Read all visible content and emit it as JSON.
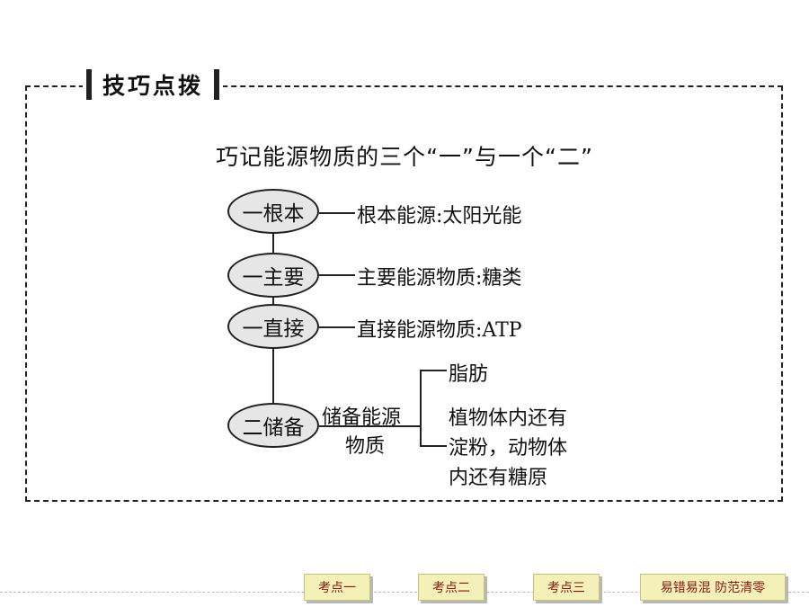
{
  "header": {
    "title": "技巧点拨"
  },
  "diagram": {
    "title": "巧记能源物质的三个“一”与一个“二”",
    "nodes": [
      {
        "label": "一根本",
        "desc": "根本能源:太阳光能"
      },
      {
        "label": "一主要",
        "desc": "主要能源物质:糖类"
      },
      {
        "label": "一直接",
        "desc": "直接能源物质:ATP"
      },
      {
        "label": "二储备",
        "desc_line1": "储备能源",
        "desc_line2": "物质"
      }
    ],
    "storage_branches": {
      "fat": "脂肪",
      "plant_line1": "植物体内还有",
      "plant_line2": "淀粉，动物体",
      "plant_line3": "内还有糖原"
    }
  },
  "footer_nav": [
    {
      "label": "考点一"
    },
    {
      "label": "考点二"
    },
    {
      "label": "考点三"
    },
    {
      "label": "易错易混 防范清零"
    }
  ]
}
